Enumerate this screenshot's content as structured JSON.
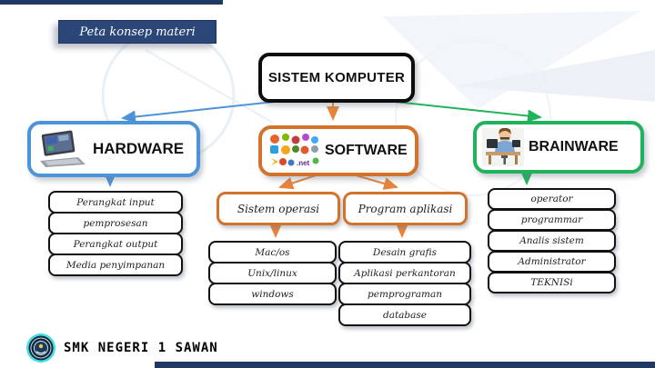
{
  "banner": {
    "label": "Peta konsep materi"
  },
  "root": {
    "label": "SISTEM KOMPUTER"
  },
  "hardware": {
    "label": "HARDWARE",
    "items": [
      "Perangkat input",
      "pemprosesan",
      "Perangkat output",
      "Media penyimpanan"
    ]
  },
  "software": {
    "label": "SOFTWARE",
    "os": {
      "label": "Sistem operasi",
      "items": [
        "Mac/os",
        "Unix/linux",
        "windows"
      ]
    },
    "apps": {
      "label": "Program aplikasi",
      "items": [
        "Desain grafis",
        "Aplikasi perkantoran",
        "pemprograman",
        "database"
      ]
    }
  },
  "brainware": {
    "label": "BRAINWARE",
    "items": [
      "operator",
      "programmar",
      "Analis sistem",
      "Administrator",
      "TEKNISi"
    ]
  },
  "footer": {
    "label": "SMK NEGERI 1 SAWAN"
  },
  "colors": {
    "navy": "#1F3864",
    "hardware_accent": "#4D93D9",
    "software_accent": "#D2722B",
    "software_arrow": "#E8833A",
    "brainware_accent": "#21B35B",
    "node_border": "#111111"
  },
  "icons": {
    "hardware": "laptop-icon",
    "software": "software-logos-collage-icon",
    "brainware": "operator-at-desk-icon",
    "footer": "school-emblem-logo"
  }
}
